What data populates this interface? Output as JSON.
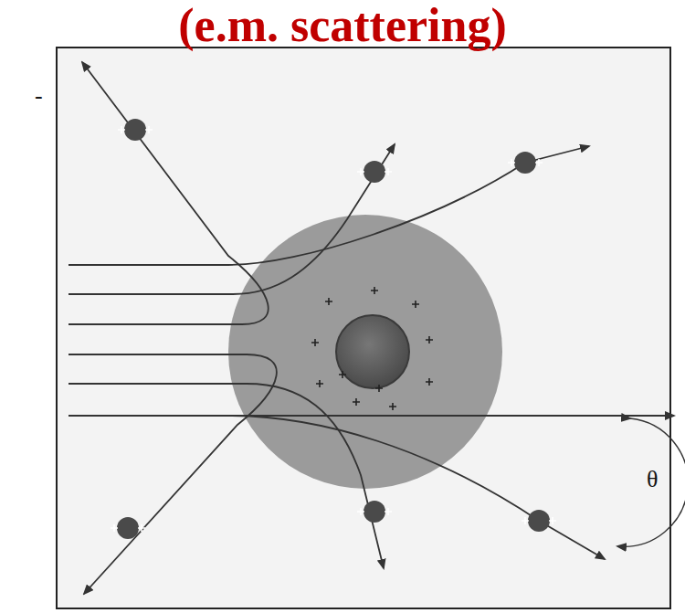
{
  "diagram": {
    "title": "(e.m. scattering)",
    "labels": [
      "-",
      "θ"
    ]
  }
}
